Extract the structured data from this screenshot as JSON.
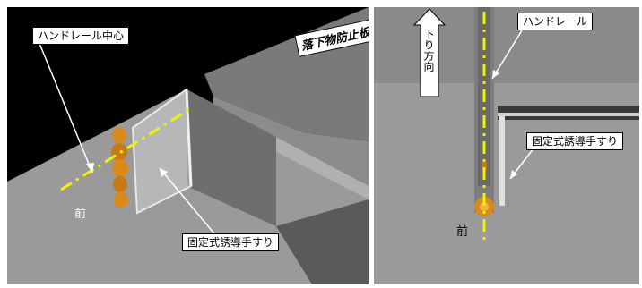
{
  "left_view": {
    "label_handrail_center": "ハンドレール中心",
    "label_guide_rail": "固定式誘導手すり",
    "label_front": "前",
    "label_sign": "落下物防止板"
  },
  "right_view": {
    "label_handrail": "ハンドレール",
    "label_guide_rail": "固定式誘導手すり",
    "label_front": "前",
    "label_direction": "下り方向"
  },
  "colors": {
    "centerline": "#f2f200",
    "figure": "#d98a1a",
    "surface": "#9a9a9a",
    "background": "#000000"
  }
}
